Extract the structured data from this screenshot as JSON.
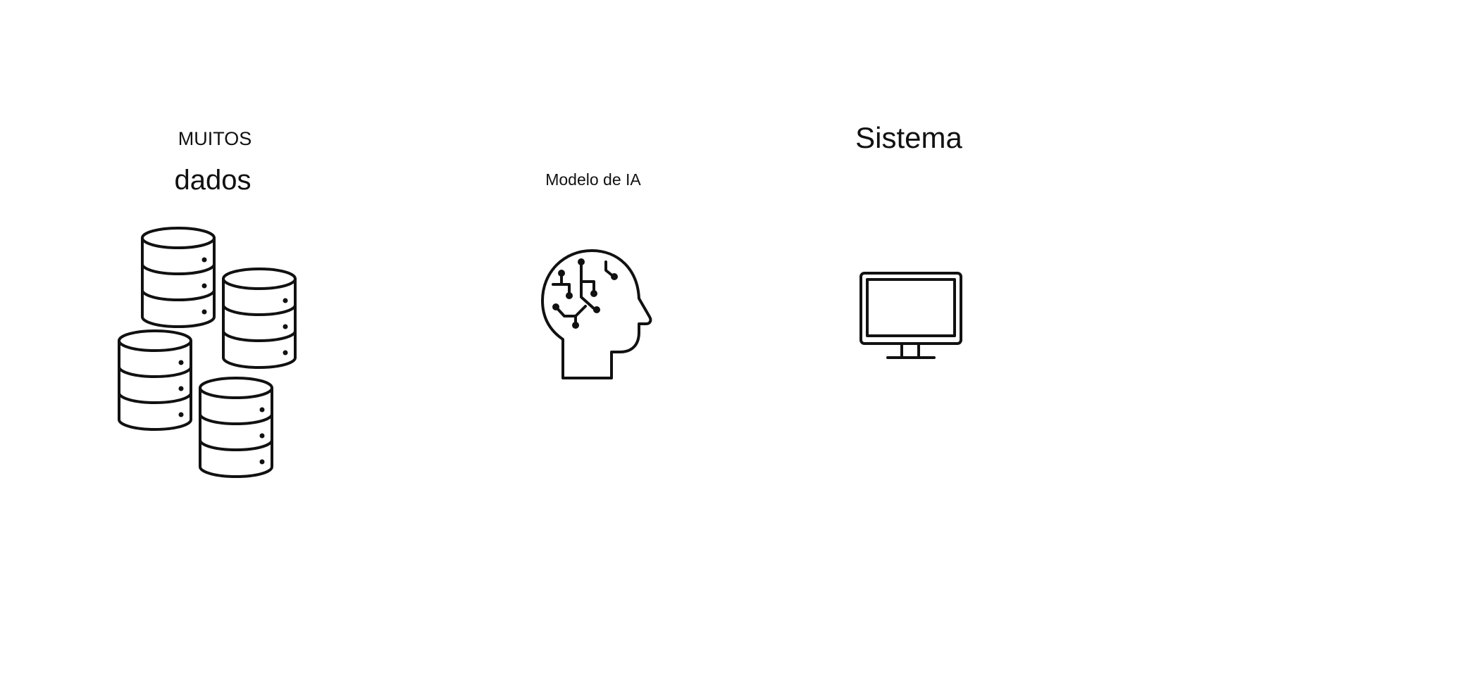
{
  "labels": {
    "muitos": "MUITOS",
    "dados": "dados",
    "modelo": "Modelo de IA",
    "sistema": "Sistema"
  },
  "icons": {
    "database": "database-stack-icon",
    "head": "ai-head-circuit-icon",
    "monitor": "monitor-icon"
  },
  "colors": {
    "background": "#ffffff",
    "ink": "#111111"
  }
}
